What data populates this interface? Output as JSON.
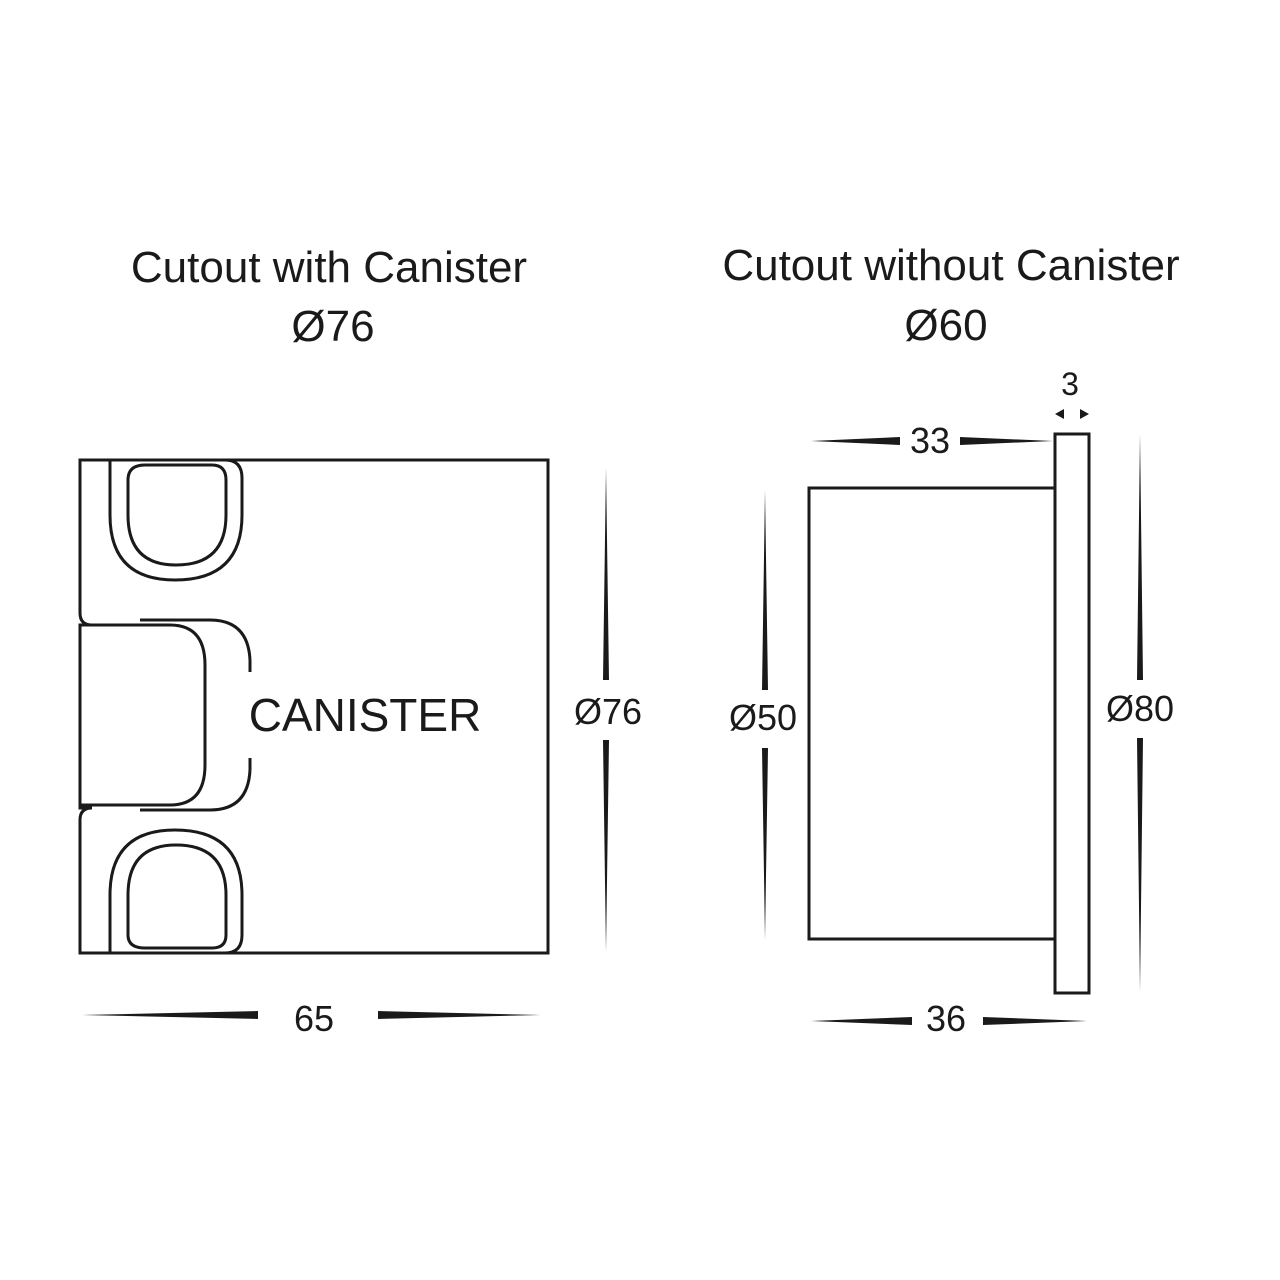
{
  "left_view": {
    "title": "Cutout with Canister",
    "cutout": "Ø76",
    "canister_label": "CANISTER",
    "height_dim": "Ø76",
    "width_dim": "65"
  },
  "right_view": {
    "title": "Cutout without Canister",
    "cutout": "Ø60",
    "flange_thickness_dim": "3",
    "body_length_dim": "33",
    "body_diameter_dim": "Ø50",
    "flange_diameter_dim": "Ø80",
    "total_length_dim": "36"
  },
  "colors": {
    "line": "#1a1a1a",
    "background": "#ffffff"
  }
}
